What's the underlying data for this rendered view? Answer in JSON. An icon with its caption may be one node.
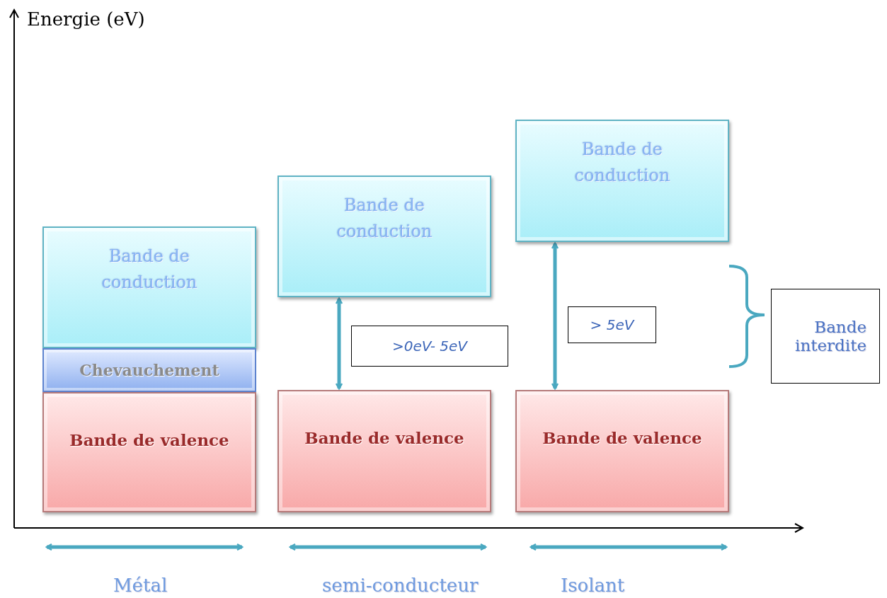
{
  "diagram": {
    "nodes": [
      {
        "text": [
          "Bande de conduction"
        ]
      },
      {
        "text": [
          "Chevauchement"
        ]
      },
      {
        "text": [
          "Bande de valence"
        ]
      },
      {
        "text": [
          "Bande de conduction"
        ]
      },
      {
        "text": [
          "Bande de valence"
        ]
      },
      {
        "text": [
          "Bande de conduction"
        ]
      },
      {
        "text": [
          "Bande de valence"
        ]
      },
      {
        "text": [
          ">0eV- 5eV"
        ]
      },
      {
        "text": [
          "> 5eV"
        ]
      },
      {
        "text": [
          "Bande interdite"
        ]
      }
    ],
    "edges": [
      {
        "from": 3,
        "to": 4,
        "arrow": "both"
      },
      {
        "from": 5,
        "to": 6,
        "arrow": "both"
      }
    ],
    "labels": [
      "Energie (eV)",
      "Métal",
      "semi-conducteur",
      "Isolant"
    ]
  }
}
